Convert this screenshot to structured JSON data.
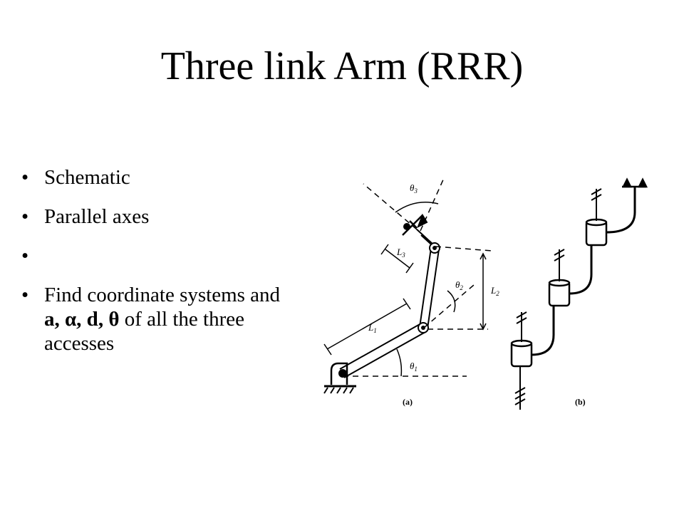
{
  "slide": {
    "title": "Three link Arm (RRR)",
    "bullets": [
      {
        "text": "Schematic"
      },
      {
        "text": "Parallel axes"
      },
      {
        "text": ""
      },
      {
        "text_prefix": "Find coordinate systems and ",
        "text_vars": "a, α, d, θ",
        "text_suffix": " of all the three accesses"
      }
    ],
    "bullet_glyph": "•"
  },
  "figure": {
    "labels": {
      "theta1": "θ",
      "theta1_sub": "1",
      "theta2": "θ",
      "theta2_sub": "2",
      "theta3": "θ",
      "theta3_sub": "3",
      "L1": "L",
      "L1_sub": "1",
      "L2": "L",
      "L2_sub": "2",
      "L3": "L",
      "L3_sub": "3",
      "caption_a": "(a)",
      "caption_b": "(b)"
    }
  }
}
